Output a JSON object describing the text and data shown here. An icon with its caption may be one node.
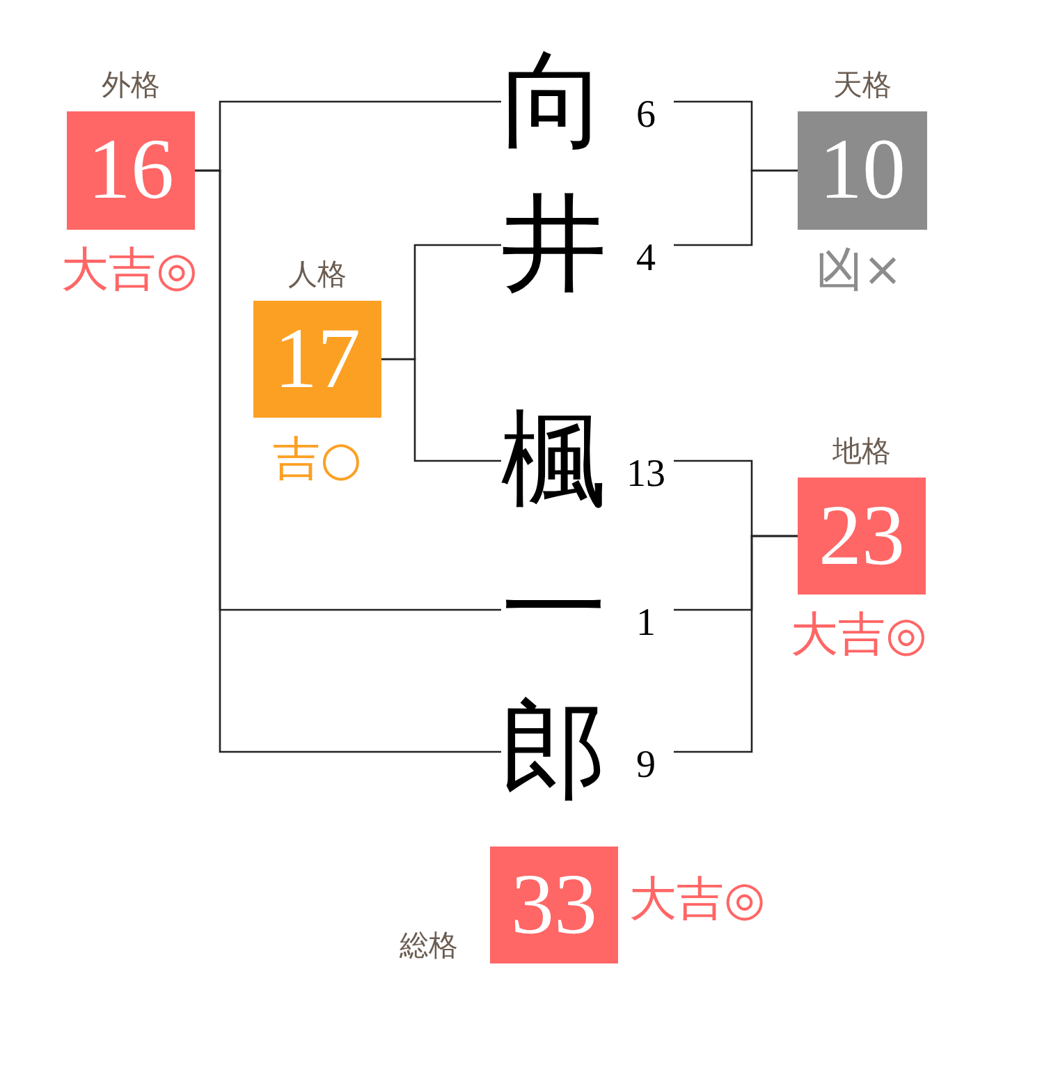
{
  "diagram": {
    "nodes": [
      {
        "text": [
          "外格",
          "16"
        ],
        "beside": [
          "大吉◎"
        ]
      },
      {
        "text": [
          "向"
        ],
        "beside": [
          "6"
        ]
      },
      {
        "text": [
          "天格",
          "10"
        ],
        "beside": [
          "凶×"
        ]
      },
      {
        "text": [
          "人格",
          "17"
        ],
        "beside": [
          "吉○"
        ]
      },
      {
        "text": [
          "井"
        ],
        "beside": [
          "4"
        ]
      },
      {
        "text": [
          "楓"
        ],
        "beside": [
          "13"
        ]
      },
      {
        "text": [
          "地格",
          "23"
        ],
        "beside": [
          "大吉◎"
        ]
      },
      {
        "text": [
          "一"
        ],
        "beside": [
          "1"
        ]
      },
      {
        "text": [
          "郎"
        ],
        "beside": [
          "9"
        ]
      },
      {
        "text": [
          "総格",
          "33"
        ],
        "beside": [
          "大吉◎"
        ]
      }
    ],
    "edges": [
      {
        "from": 1,
        "to": 0,
        "arrow": "none"
      },
      {
        "from": 7,
        "to": 0,
        "arrow": "none"
      },
      {
        "from": 8,
        "to": 0,
        "arrow": "none"
      },
      {
        "from": 1,
        "to": 2,
        "arrow": "none"
      },
      {
        "from": 4,
        "to": 2,
        "arrow": "none"
      },
      {
        "from": 4,
        "to": 3,
        "arrow": "none"
      },
      {
        "from": 5,
        "to": 3,
        "arrow": "none"
      },
      {
        "from": 5,
        "to": 6,
        "arrow": "none"
      },
      {
        "from": 7,
        "to": 6,
        "arrow": "none"
      },
      {
        "from": 8,
        "to": 6,
        "arrow": "none"
      }
    ]
  }
}
